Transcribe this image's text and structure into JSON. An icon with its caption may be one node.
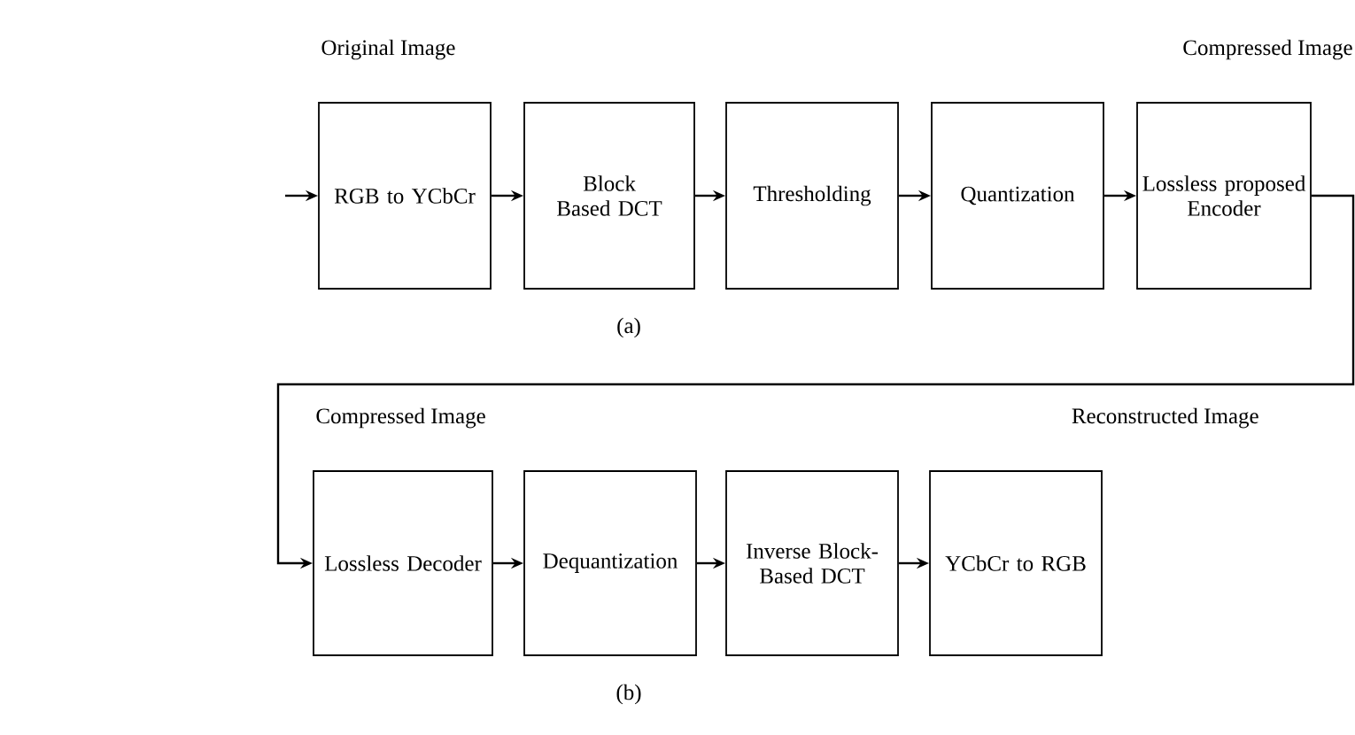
{
  "diagram": {
    "nodes": [
      {
        "text": [
          "RGB to YCbCr"
        ]
      },
      {
        "text": [
          "Block Based DCT"
        ]
      },
      {
        "text": [
          "Thresholding"
        ]
      },
      {
        "text": [
          "Quantization"
        ]
      },
      {
        "text": [
          "Lossless proposed Encoder"
        ]
      },
      {
        "text": [
          "Lossless Decoder"
        ]
      },
      {
        "text": [
          "Dequantization"
        ]
      },
      {
        "text": [
          "Inverse Block- Based DCT"
        ]
      },
      {
        "text": [
          "YCbCr to RGB"
        ]
      }
    ],
    "edges": [
      {
        "from": null,
        "to": 0,
        "arrow": "to"
      },
      {
        "from": 0,
        "to": 1,
        "arrow": "to"
      },
      {
        "from": 1,
        "to": 2,
        "arrow": "to"
      },
      {
        "from": 2,
        "to": 3,
        "arrow": "to"
      },
      {
        "from": 3,
        "to": 4,
        "arrow": "to"
      },
      {
        "from": 4,
        "to": 5,
        "arrow": "to"
      },
      {
        "from": 5,
        "to": 6,
        "arrow": "to"
      },
      {
        "from": 6,
        "to": 7,
        "arrow": "to"
      },
      {
        "from": 7,
        "to": 8,
        "arrow": "to"
      }
    ],
    "labels": [
      "Original Image",
      "Compressed Image",
      "(a)",
      "Compressed Image",
      "Reconstructed Image",
      "(b)"
    ]
  }
}
